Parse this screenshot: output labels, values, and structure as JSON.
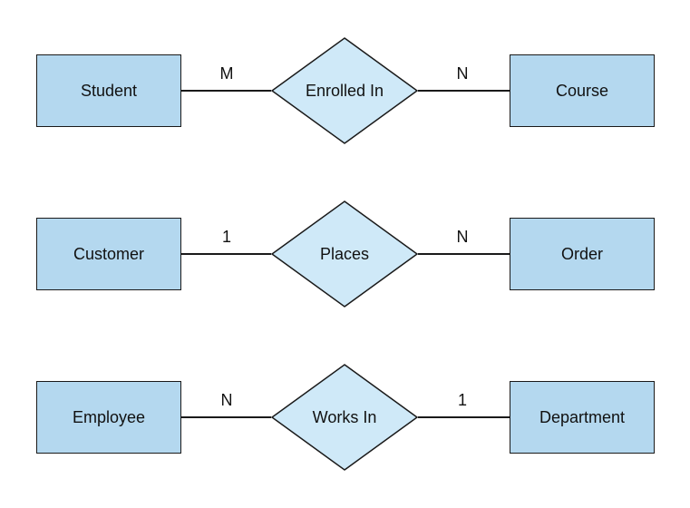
{
  "diagram": {
    "type": "entity-relationship",
    "background_color": "#ffffff",
    "stroke_color": "#1a1a1a",
    "entity_fill": "#b4d8ef",
    "relationship_fill": "#cfe9f8",
    "rows": [
      {
        "left_entity": "Student",
        "left_cardinality": "M",
        "relationship": "Enrolled In",
        "right_cardinality": "N",
        "right_entity": "Course"
      },
      {
        "left_entity": "Customer",
        "left_cardinality": "1",
        "relationship": "Places",
        "right_cardinality": "N",
        "right_entity": "Order"
      },
      {
        "left_entity": "Employee",
        "left_cardinality": "N",
        "relationship": "Works In",
        "right_cardinality": "1",
        "right_entity": "Department"
      }
    ]
  }
}
